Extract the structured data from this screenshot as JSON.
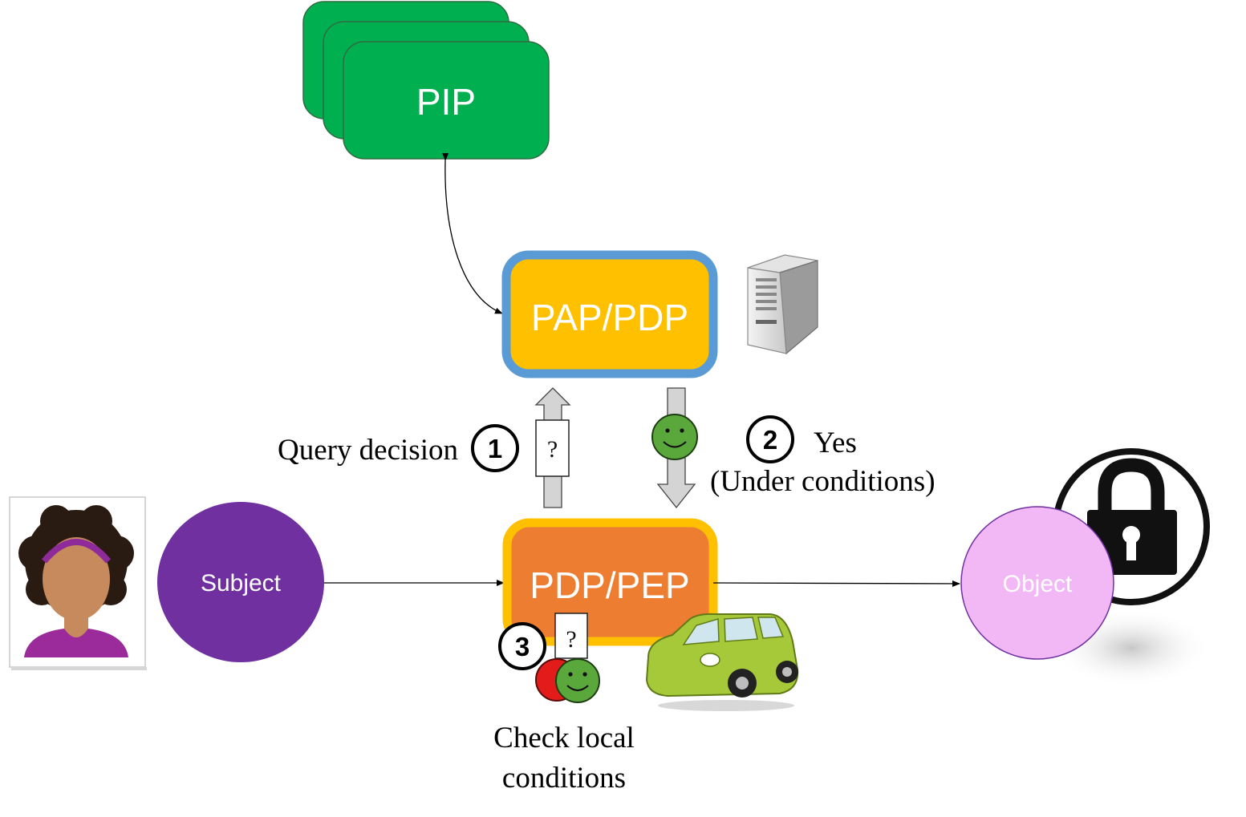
{
  "nodes": {
    "pip": "PIP",
    "pap_pdp": "PAP/PDP",
    "pdp_pep": "PDP/PEP",
    "subject": "Subject",
    "object": "Object"
  },
  "steps": [
    {
      "number": "1",
      "label": "Query decision"
    },
    {
      "number": "2",
      "label_line1": "Yes",
      "label_line2": "(Under conditions)"
    },
    {
      "number": "3",
      "label_line1": "Check local",
      "label_line2": "conditions"
    }
  ],
  "question_mark": "?",
  "icons": [
    "server-icon",
    "person-avatar-icon",
    "car-icon",
    "padlock-icon",
    "smiley-icon",
    "document-question-icon"
  ],
  "colors": {
    "pip": "#00b050",
    "pap_pdp_fill": "#ffc000",
    "pap_pdp_border": "#5b9bd5",
    "pdp_pep_fill": "#ed7d31",
    "pdp_pep_border": "#ffc000",
    "subject": "#7030a0",
    "object": "#f2b8f6",
    "smiley_green": "#5aa83c",
    "smiley_red": "#e31b1b",
    "car": "#a6c93a"
  }
}
